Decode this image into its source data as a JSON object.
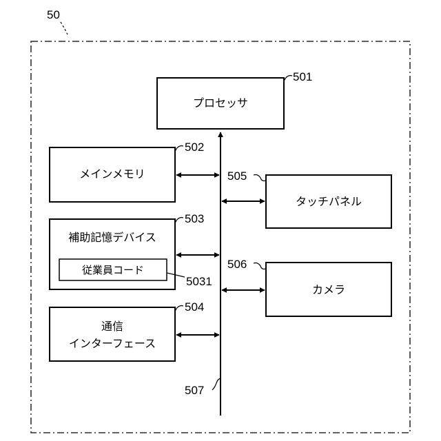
{
  "figure": {
    "ref": "50",
    "components": [
      {
        "id": "processor",
        "label": "プロセッサ",
        "ref": "501"
      },
      {
        "id": "main-memory",
        "label": "メインメモリ",
        "ref": "502"
      },
      {
        "id": "aux-storage",
        "label": "補助記憶デバイス",
        "ref": "503"
      },
      {
        "id": "employee-code",
        "label": "従業員コード",
        "ref": "5031"
      },
      {
        "id": "comm-interface",
        "label_line1": "通信",
        "label_line2": "インターフェース",
        "ref": "504"
      },
      {
        "id": "touch-panel",
        "label": "タッチパネル",
        "ref": "505"
      },
      {
        "id": "camera",
        "label": "カメラ",
        "ref": "506"
      },
      {
        "id": "bus",
        "ref": "507"
      }
    ]
  }
}
